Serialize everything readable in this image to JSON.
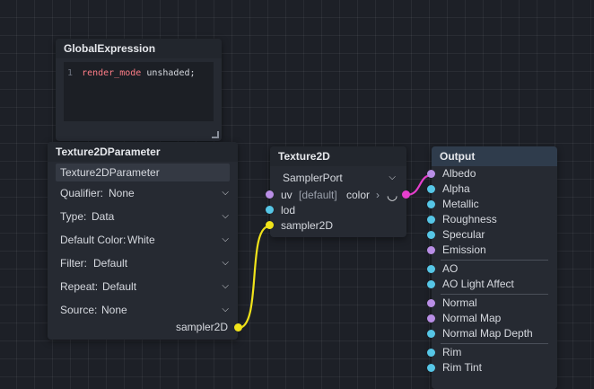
{
  "colors": {
    "background": "#1d2027",
    "node": "#262a32",
    "output_header": "#2f3c4c",
    "port_purple": "#b98ee6",
    "port_cyan": "#56c6e6",
    "port_yellow": "#f0e31a",
    "port_pink": "#e63fce",
    "wire_yellow": "#f0e31a",
    "wire_pink": "#e63fce"
  },
  "global_expression": {
    "title": "GlobalExpression",
    "line_number": "1",
    "code_keyword": "render_mode",
    "code_rest": "unshaded;",
    "resize_icon": "resize-grip-icon"
  },
  "texture_param": {
    "title": "Texture2DParameter",
    "name_value": "Texture2DParameter",
    "fields": [
      {
        "label": "Qualifier:",
        "value": "None"
      },
      {
        "label": "Type:",
        "value": "Data"
      },
      {
        "label": "Default Color:",
        "value": "White"
      },
      {
        "label": "Filter:",
        "value": "Default"
      },
      {
        "label": "Repeat:",
        "value": "Default"
      },
      {
        "label": "Source:",
        "value": "None"
      }
    ],
    "output_port": "sampler2D",
    "chevron_icon": "chevron-down-icon"
  },
  "texture2d": {
    "title": "Texture2D",
    "source_value": "SamplerPort",
    "uv_label": "uv",
    "uv_default": "[default]",
    "color_label": "color",
    "arrow_glyph": "›",
    "lod_label": "lod",
    "sampler_label": "sampler2D",
    "preview_icon": "eye-closed-icon"
  },
  "output": {
    "title": "Output",
    "groups": [
      [
        "Albedo",
        "Alpha",
        "Metallic",
        "Roughness",
        "Specular",
        "Emission"
      ],
      [
        "AO",
        "AO Light Affect"
      ],
      [
        "Normal",
        "Normal Map",
        "Normal Map Depth"
      ],
      [
        "Rim",
        "Rim Tint"
      ]
    ]
  }
}
